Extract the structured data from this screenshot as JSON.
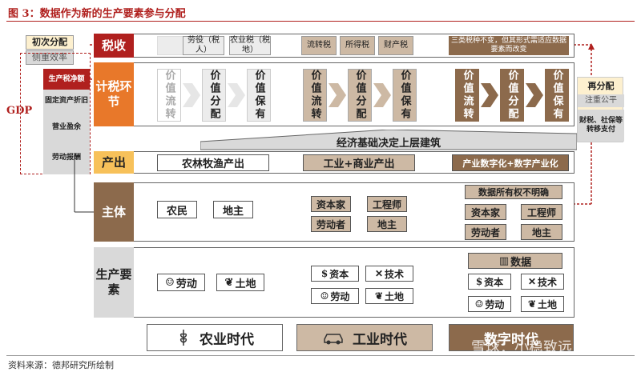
{
  "title": "图 3：数据作为新的生产要素参与分配",
  "source": "资料来源：德邦研究所绘制",
  "watermark": "雪球：小稳致远",
  "left_panel": {
    "first_distribution": "初次分配",
    "efficiency": "侧重效率",
    "gdp": "GDP",
    "gdp_items": [
      "生产税净额",
      "固定资产折旧",
      "营业盈余",
      "劳动报酬"
    ]
  },
  "right_panel": {
    "redistribution": "再分配",
    "fairness": "注重公平",
    "items": "财税、社保等转移支付"
  },
  "rows": {
    "tax": {
      "label": "税收",
      "boxes": [
        "",
        "劳役（税人）",
        "农业税（税地）",
        "流转税",
        "所得税",
        "财产税"
      ],
      "note": "三类税种不变，但其形式需适应数据要素而改变"
    },
    "tax_link": {
      "label": "计税环节",
      "group1": [
        "价值流转",
        "价值分配",
        "价值保有"
      ],
      "group2": [
        "价值流转",
        "价值分配",
        "价值保有"
      ],
      "group3": [
        "价值流转",
        "价值分配",
        "价值保有"
      ]
    },
    "foundation": "经济基础决定上层建筑",
    "output": {
      "label": "产出",
      "items": [
        "农林牧渔产出",
        "工业+商业产出",
        "产业数字化+数字产业化"
      ]
    },
    "subject": {
      "label": "主体",
      "agri": [
        "农民",
        "地主"
      ],
      "industrial": [
        "资本家",
        "工程师",
        "劳动者",
        "地主"
      ],
      "digital_header": "数据所有权不明确",
      "digital": [
        "资本家",
        "工程师",
        "劳动者",
        "地主"
      ]
    },
    "factors": {
      "label": "生产要素",
      "agri": [
        "劳动",
        "土地"
      ],
      "industrial": [
        "资本",
        "技术",
        "劳动",
        "土地"
      ],
      "digital_header": "数据",
      "digital": [
        "资本",
        "技术",
        "劳动",
        "土地"
      ]
    }
  },
  "eras": [
    "农业时代",
    "工业时代",
    "数字时代"
  ],
  "colors": {
    "red": "#b0201e",
    "orange": "#e8782a",
    "brown": "#8c6a4c",
    "tan": "#cdb9a4",
    "gray": "#d9d9d9",
    "light_gray": "#ececec",
    "yellow": "#f7c15a",
    "cream": "#fdf0cf"
  }
}
